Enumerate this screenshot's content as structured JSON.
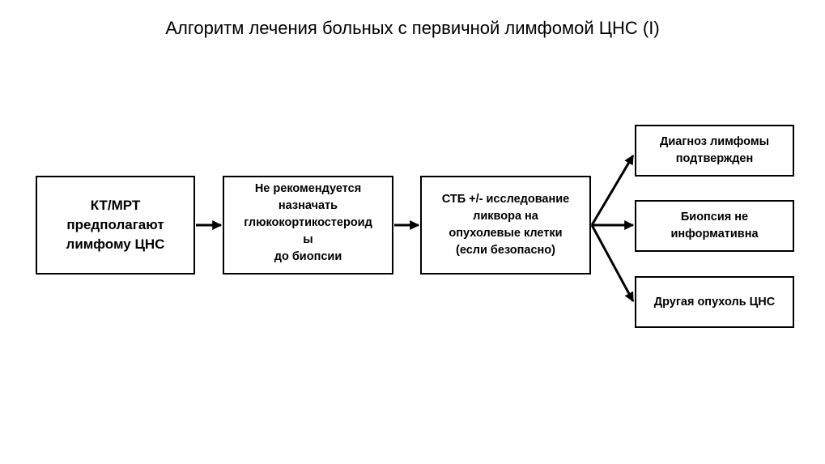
{
  "title": "Алгоритм лечения больных с первичной лимфомой ЦНС (I)",
  "boxes": {
    "ct_mri": "КТ/МРТ\nпредполагают\nлимфому ЦНС",
    "steroids": "Не рекомендуется\nназначать\nглюкокортикостероид\nы\nдо биопсии",
    "stb": "СТБ +/- исследование\nликвора на\nопухолевые клетки\n(если безопасно)",
    "confirmed": "Диагноз лимфомы\nподтвержден",
    "non_informative": "Биопсия не\nинформативна",
    "other_tumor": "Другая опухоль ЦНС"
  },
  "colors": {
    "line": "#000000",
    "background": "#ffffff"
  }
}
